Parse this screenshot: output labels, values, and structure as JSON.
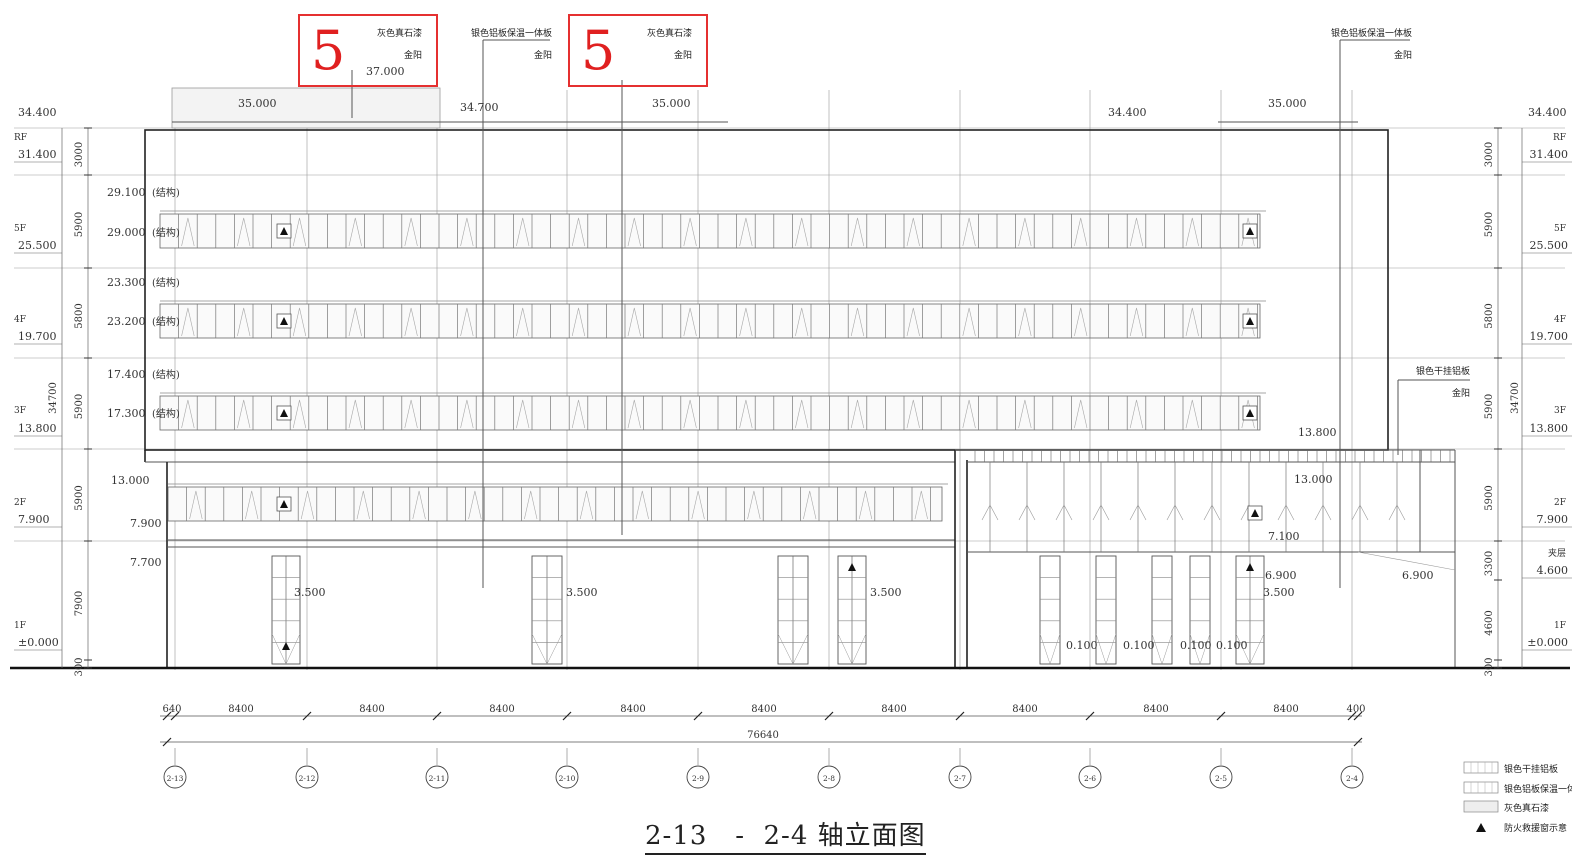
{
  "drawing_title": "2-13   -  2-4 轴立面图",
  "callouts": [
    {
      "number": "5",
      "material": "灰色真石漆",
      "finish": "金阳"
    },
    {
      "number": "5",
      "material": "灰色真石漆",
      "finish": "金阳"
    }
  ],
  "top_notes": [
    {
      "line1": "银色铝板保温一体板",
      "line2": "金阳"
    },
    {
      "line1": "银色铝板保温一体板",
      "line2": "金阳"
    },
    {
      "line1": "银色干挂铝板",
      "line2": "金阳"
    }
  ],
  "elevation_labels": {
    "roof_left_top": "34.400",
    "roof_left_floor": "31.400",
    "e_35000_a": "35.000",
    "e_37000": "37.000",
    "e_34700": "34.700",
    "e_35000_b": "35.000",
    "e_34400_mid": "34.400",
    "e_35000_c": "35.000",
    "roof_right_top": "34.400",
    "roof_right_floor": "31.400",
    "e_29100": "29.100",
    "e_29000": "29.000",
    "e_23300": "23.300",
    "e_23200": "23.200",
    "e_17400": "17.400",
    "e_17300": "17.300",
    "e_13000": "13.000",
    "e_7900_mid": "7.900",
    "e_7700": "7.700",
    "e_13800_right": "13.800",
    "e_13000_right": "13.000",
    "e_7100": "7.100",
    "e_6900_a": "6.900",
    "e_6900_b": "6.900",
    "e_3500_a": "3.500",
    "e_3500_b": "3.500",
    "e_3500_c": "3.500",
    "e_3500_d": "3.500",
    "e_0100_a": "0.100",
    "e_0100_b": "0.100",
    "e_0100_c": "0.100",
    "e_0100_d": "0.100"
  },
  "struct_tag": "(结构)",
  "left_levels": [
    {
      "floor": "RF",
      "level": "31.400"
    },
    {
      "floor": "5F",
      "level": "25.500"
    },
    {
      "floor": "4F",
      "level": "19.700"
    },
    {
      "floor": "3F",
      "level": "13.800"
    },
    {
      "floor": "2F",
      "level": "7.900"
    },
    {
      "floor": "1F",
      "level": "±0.000"
    }
  ],
  "right_levels": [
    {
      "floor": "RF",
      "level": "31.400"
    },
    {
      "floor": "5F",
      "level": "25.500"
    },
    {
      "floor": "4F",
      "level": "19.700"
    },
    {
      "floor": "3F",
      "level": "13.800"
    },
    {
      "floor": "2F",
      "level": "7.900"
    },
    {
      "floor": "夹层",
      "level": "4.600"
    },
    {
      "floor": "1F",
      "level": "±0.000"
    }
  ],
  "left_vertical_dims": [
    "3000",
    "5900",
    "5800",
    "5900",
    "5900",
    "7900",
    "300"
  ],
  "left_total_dim": "34700",
  "right_vertical_dims": [
    "3000",
    "5900",
    "5800",
    "5900",
    "5900",
    "3300",
    "4600",
    "300"
  ],
  "right_total_dim": "34700",
  "bottom_dims": [
    "640",
    "8400",
    "8400",
    "8400",
    "8400",
    "8400",
    "8400",
    "8400",
    "8400",
    "8400",
    "400"
  ],
  "bottom_total": "76640",
  "axes": [
    "2-13",
    "2-12",
    "2-11",
    "2-10",
    "2-9",
    "2-8",
    "2-7",
    "2-6",
    "2-5",
    "2-4"
  ],
  "legend": [
    {
      "label": "银色干挂铝板"
    },
    {
      "label": "银色铝板保温一体板"
    },
    {
      "label": "灰色真石漆"
    },
    {
      "label": "防火救援窗示意"
    }
  ]
}
